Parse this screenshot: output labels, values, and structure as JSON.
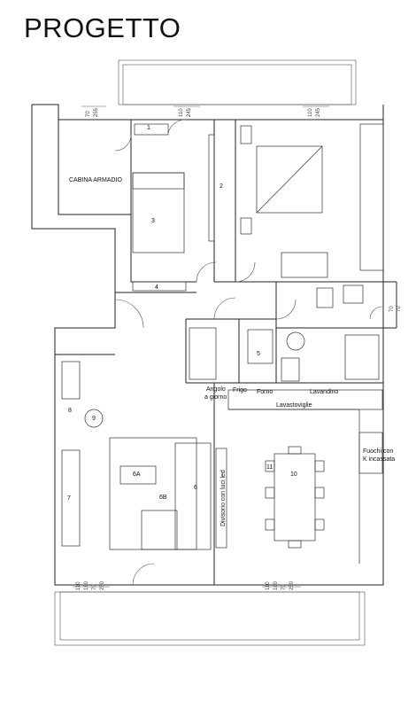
{
  "title": "PROGETTO",
  "rooms": {
    "cabina": "CABINA ARMADIO",
    "n1": "1",
    "n2": "2",
    "n3": "3",
    "n4": "4",
    "n5": "5",
    "angolo_1": "Angolo",
    "angolo_2": "a giorno",
    "frigo": "Frigo",
    "forno": "Forno",
    "lavandino": "Lavandino",
    "lavastoviglie": "Lavastoviglie",
    "n8": "8",
    "n9": "9",
    "n6a": "6A",
    "n6b": "6B",
    "n6": "6",
    "n7": "7",
    "divisorio": "Divisorio con luci led",
    "n11": "11",
    "n10": "10",
    "fuochi_1": "Fuochi con",
    "fuochi_2": "K incassata"
  },
  "dims": {
    "top_a1": "70",
    "top_a2": "255",
    "top_b1": "110",
    "top_b2": "245",
    "top_c1": "110",
    "top_c2": "245",
    "bot_a1": "110",
    "bot_a2": "160",
    "bot_a3": "70",
    "bot_a4": "250",
    "bot_b1": "110",
    "bot_b2": "160",
    "bot_b3": "70",
    "bot_b4": "250",
    "side_1": "70",
    "side_2": "70"
  }
}
